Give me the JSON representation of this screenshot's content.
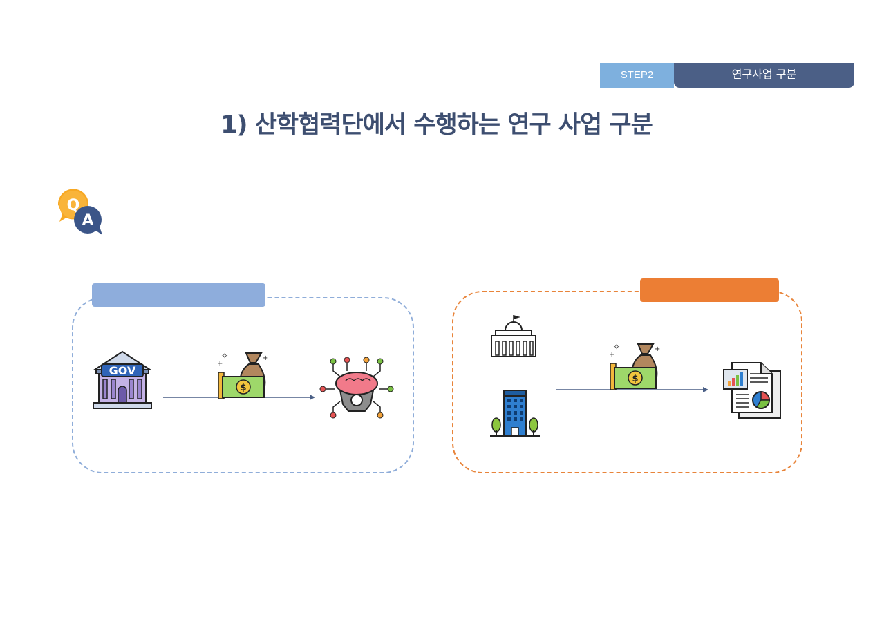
{
  "header": {
    "step": "STEP2",
    "section": "연구사업 구분"
  },
  "title": "1) 산학협력단에서 수행하는 연구 사업 구분",
  "qa_badge": {
    "q": "Q",
    "a": "A"
  },
  "left_panel": {
    "label": "",
    "icons": [
      "government-building-icon",
      "money-bag-icon",
      "ai-brain-gear-icon"
    ],
    "gov_text": "GOV",
    "accent": "#8eaddc"
  },
  "right_panel": {
    "label": "",
    "icons": [
      "public-institution-icon",
      "office-building-icon",
      "money-bag-icon",
      "report-document-icon"
    ],
    "accent": "#ec7e34"
  }
}
